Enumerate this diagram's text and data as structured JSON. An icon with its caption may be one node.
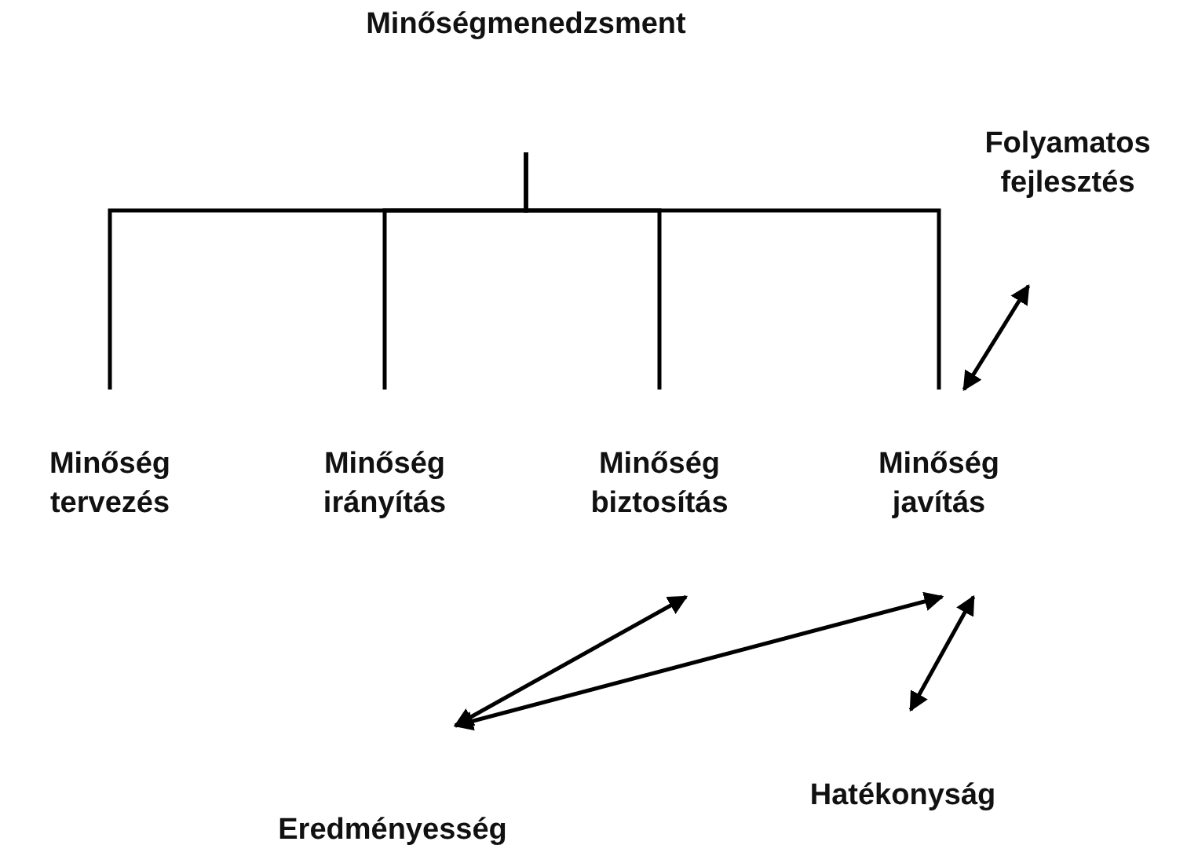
{
  "diagram": {
    "nodes": [
      {
        "text": [
          "Minőségmenedzsment"
        ]
      },
      {
        "text": [
          "Minőség tervezés"
        ]
      },
      {
        "text": [
          "Minőség irányítás"
        ]
      },
      {
        "text": [
          "Minőség biztosítás"
        ]
      },
      {
        "text": [
          "Minőség javítás"
        ]
      },
      {
        "text": [
          "Folyamatos fejlesztés"
        ]
      },
      {
        "text": [
          "Eredményesség"
        ]
      },
      {
        "text": [
          "Hatékonyság"
        ]
      }
    ],
    "edges": [
      {
        "from": 0,
        "to": 1,
        "arrow": "none"
      },
      {
        "from": 0,
        "to": 2,
        "arrow": "none"
      },
      {
        "from": 0,
        "to": 3,
        "arrow": "none"
      },
      {
        "from": 0,
        "to": 4,
        "arrow": "none"
      },
      {
        "from": 5,
        "to": 4,
        "arrow": "both"
      },
      {
        "from": 6,
        "to": 3,
        "arrow": "both"
      },
      {
        "from": 6,
        "to": 4,
        "arrow": "both"
      },
      {
        "from": 7,
        "to": 4,
        "arrow": "both"
      }
    ]
  }
}
